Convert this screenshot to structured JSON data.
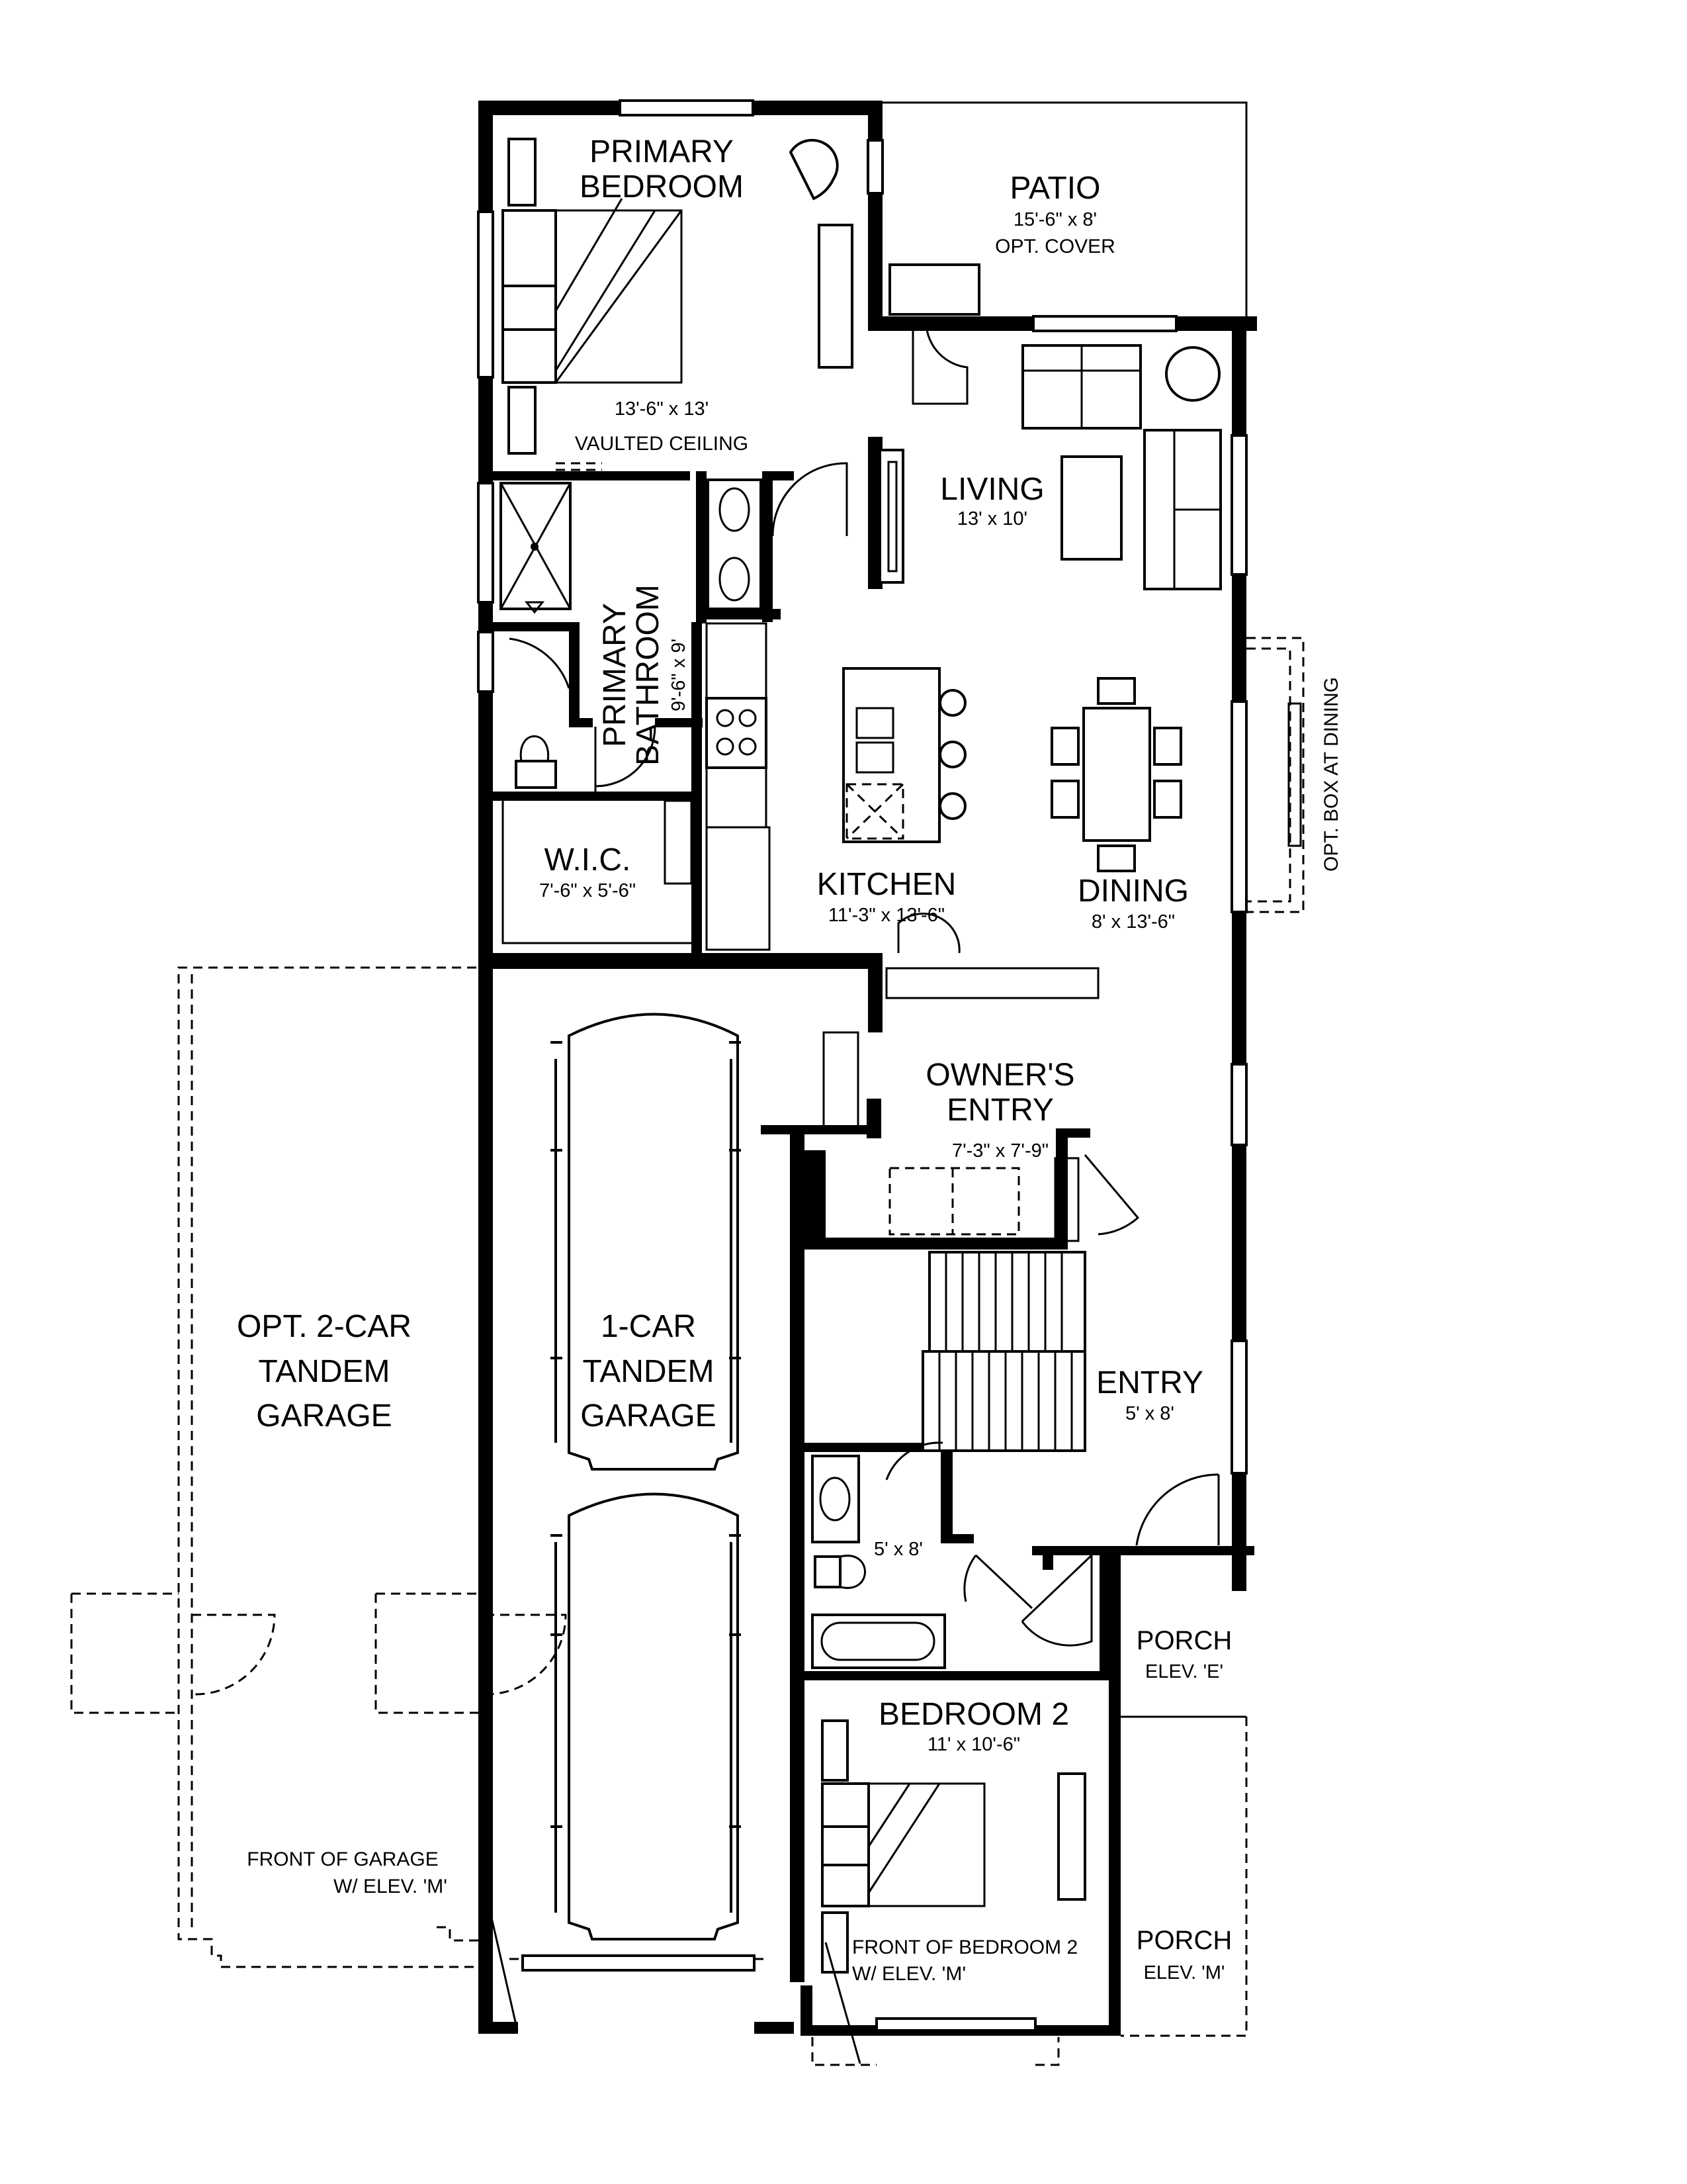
{
  "rooms": {
    "patio": {
      "name": "PATIO",
      "dims": "15'-6\" x 8'",
      "note": "OPT. COVER"
    },
    "primary_bedroom": {
      "line1": "PRIMARY",
      "line2": "BEDROOM",
      "dims": "13'-6\" x 13'",
      "note": "VAULTED CEILING"
    },
    "primary_bathroom": {
      "line1": "PRIMARY",
      "line2": "BATHROOM",
      "dims": "9'-6\" x 9'"
    },
    "living": {
      "name": "LIVING",
      "dims": "13' x 10'"
    },
    "kitchen": {
      "name": "KITCHEN",
      "dims": "11'-3\" x 13'-6\""
    },
    "dining": {
      "name": "DINING",
      "dims": "8' x 13'-6\""
    },
    "wic": {
      "name": "W.I.C.",
      "dims": "7'-6\" x 5'-6\""
    },
    "owners_entry": {
      "line1": "OWNER'S",
      "line2": "ENTRY",
      "dims": "7'-3\" x 7'-9\""
    },
    "entry": {
      "name": "ENTRY",
      "dims": "5' x 8'"
    },
    "bath2": {
      "dims": "5' x 8'"
    },
    "bedroom2": {
      "name": "BEDROOM 2",
      "dims": "11' x 10'-6\""
    },
    "garage_1car": {
      "line1": "1-CAR",
      "line2": "TANDEM",
      "line3": "GARAGE"
    },
    "garage_opt": {
      "line1": "OPT. 2-CAR",
      "line2": "TANDEM",
      "line3": "GARAGE"
    },
    "porch_e": {
      "name": "PORCH",
      "note": "ELEV. 'E'"
    },
    "porch_m": {
      "name": "PORCH",
      "note": "ELEV. 'M'"
    }
  },
  "notes": {
    "opt_box": "OPT. BOX AT DINING",
    "front_garage_1": "FRONT OF GARAGE",
    "front_garage_2": "W/ ELEV. 'M'",
    "front_bed2_1": "FRONT OF BEDROOM 2",
    "front_bed2_2": "W/ ELEV. 'M'"
  }
}
